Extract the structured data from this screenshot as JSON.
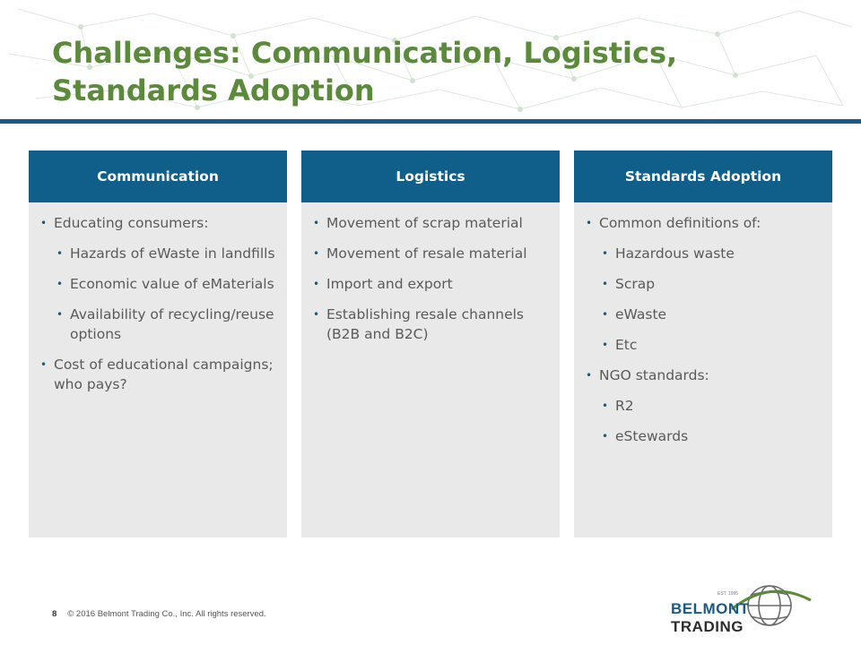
{
  "slide": {
    "title": "Challenges: Communication, Logistics, Standards Adoption",
    "page_number": "8",
    "copyright": "© 2016 Belmont Trading Co., Inc. All rights reserved."
  },
  "logo": {
    "part1": "BELMONT",
    "part2": "TRADING",
    "est": "EST. 1995"
  },
  "colors": {
    "title": "#5b8a3a",
    "header_bg": "#0f5f8a",
    "panel_bg": "#e9e9e9",
    "rule": "#1a5a86"
  },
  "columns": [
    {
      "header": "Communication",
      "items": [
        {
          "level": 1,
          "text": "Educating consumers:"
        },
        {
          "level": 2,
          "text": "Hazards of eWaste in landfills"
        },
        {
          "level": 2,
          "text": "Economic value of eMaterials"
        },
        {
          "level": 2,
          "text": "Availability of recycling/reuse options"
        },
        {
          "level": 1,
          "text": "Cost of educational campaigns; who pays?"
        }
      ]
    },
    {
      "header": "Logistics",
      "items": [
        {
          "level": 1,
          "text": "Movement of scrap material"
        },
        {
          "level": 1,
          "text": "Movement of resale material"
        },
        {
          "level": 1,
          "text": "Import and export"
        },
        {
          "level": 1,
          "text": "Establishing resale channels (B2B and B2C)"
        }
      ]
    },
    {
      "header": "Standards Adoption",
      "items": [
        {
          "level": 1,
          "text": "Common definitions of:"
        },
        {
          "level": 2,
          "text": "Hazardous waste"
        },
        {
          "level": 2,
          "text": "Scrap"
        },
        {
          "level": 2,
          "text": "eWaste"
        },
        {
          "level": 2,
          "text": "Etc"
        },
        {
          "level": 1,
          "text": "NGO standards:"
        },
        {
          "level": 2,
          "text": "R2"
        },
        {
          "level": 2,
          "text": "eStewards"
        }
      ]
    }
  ]
}
